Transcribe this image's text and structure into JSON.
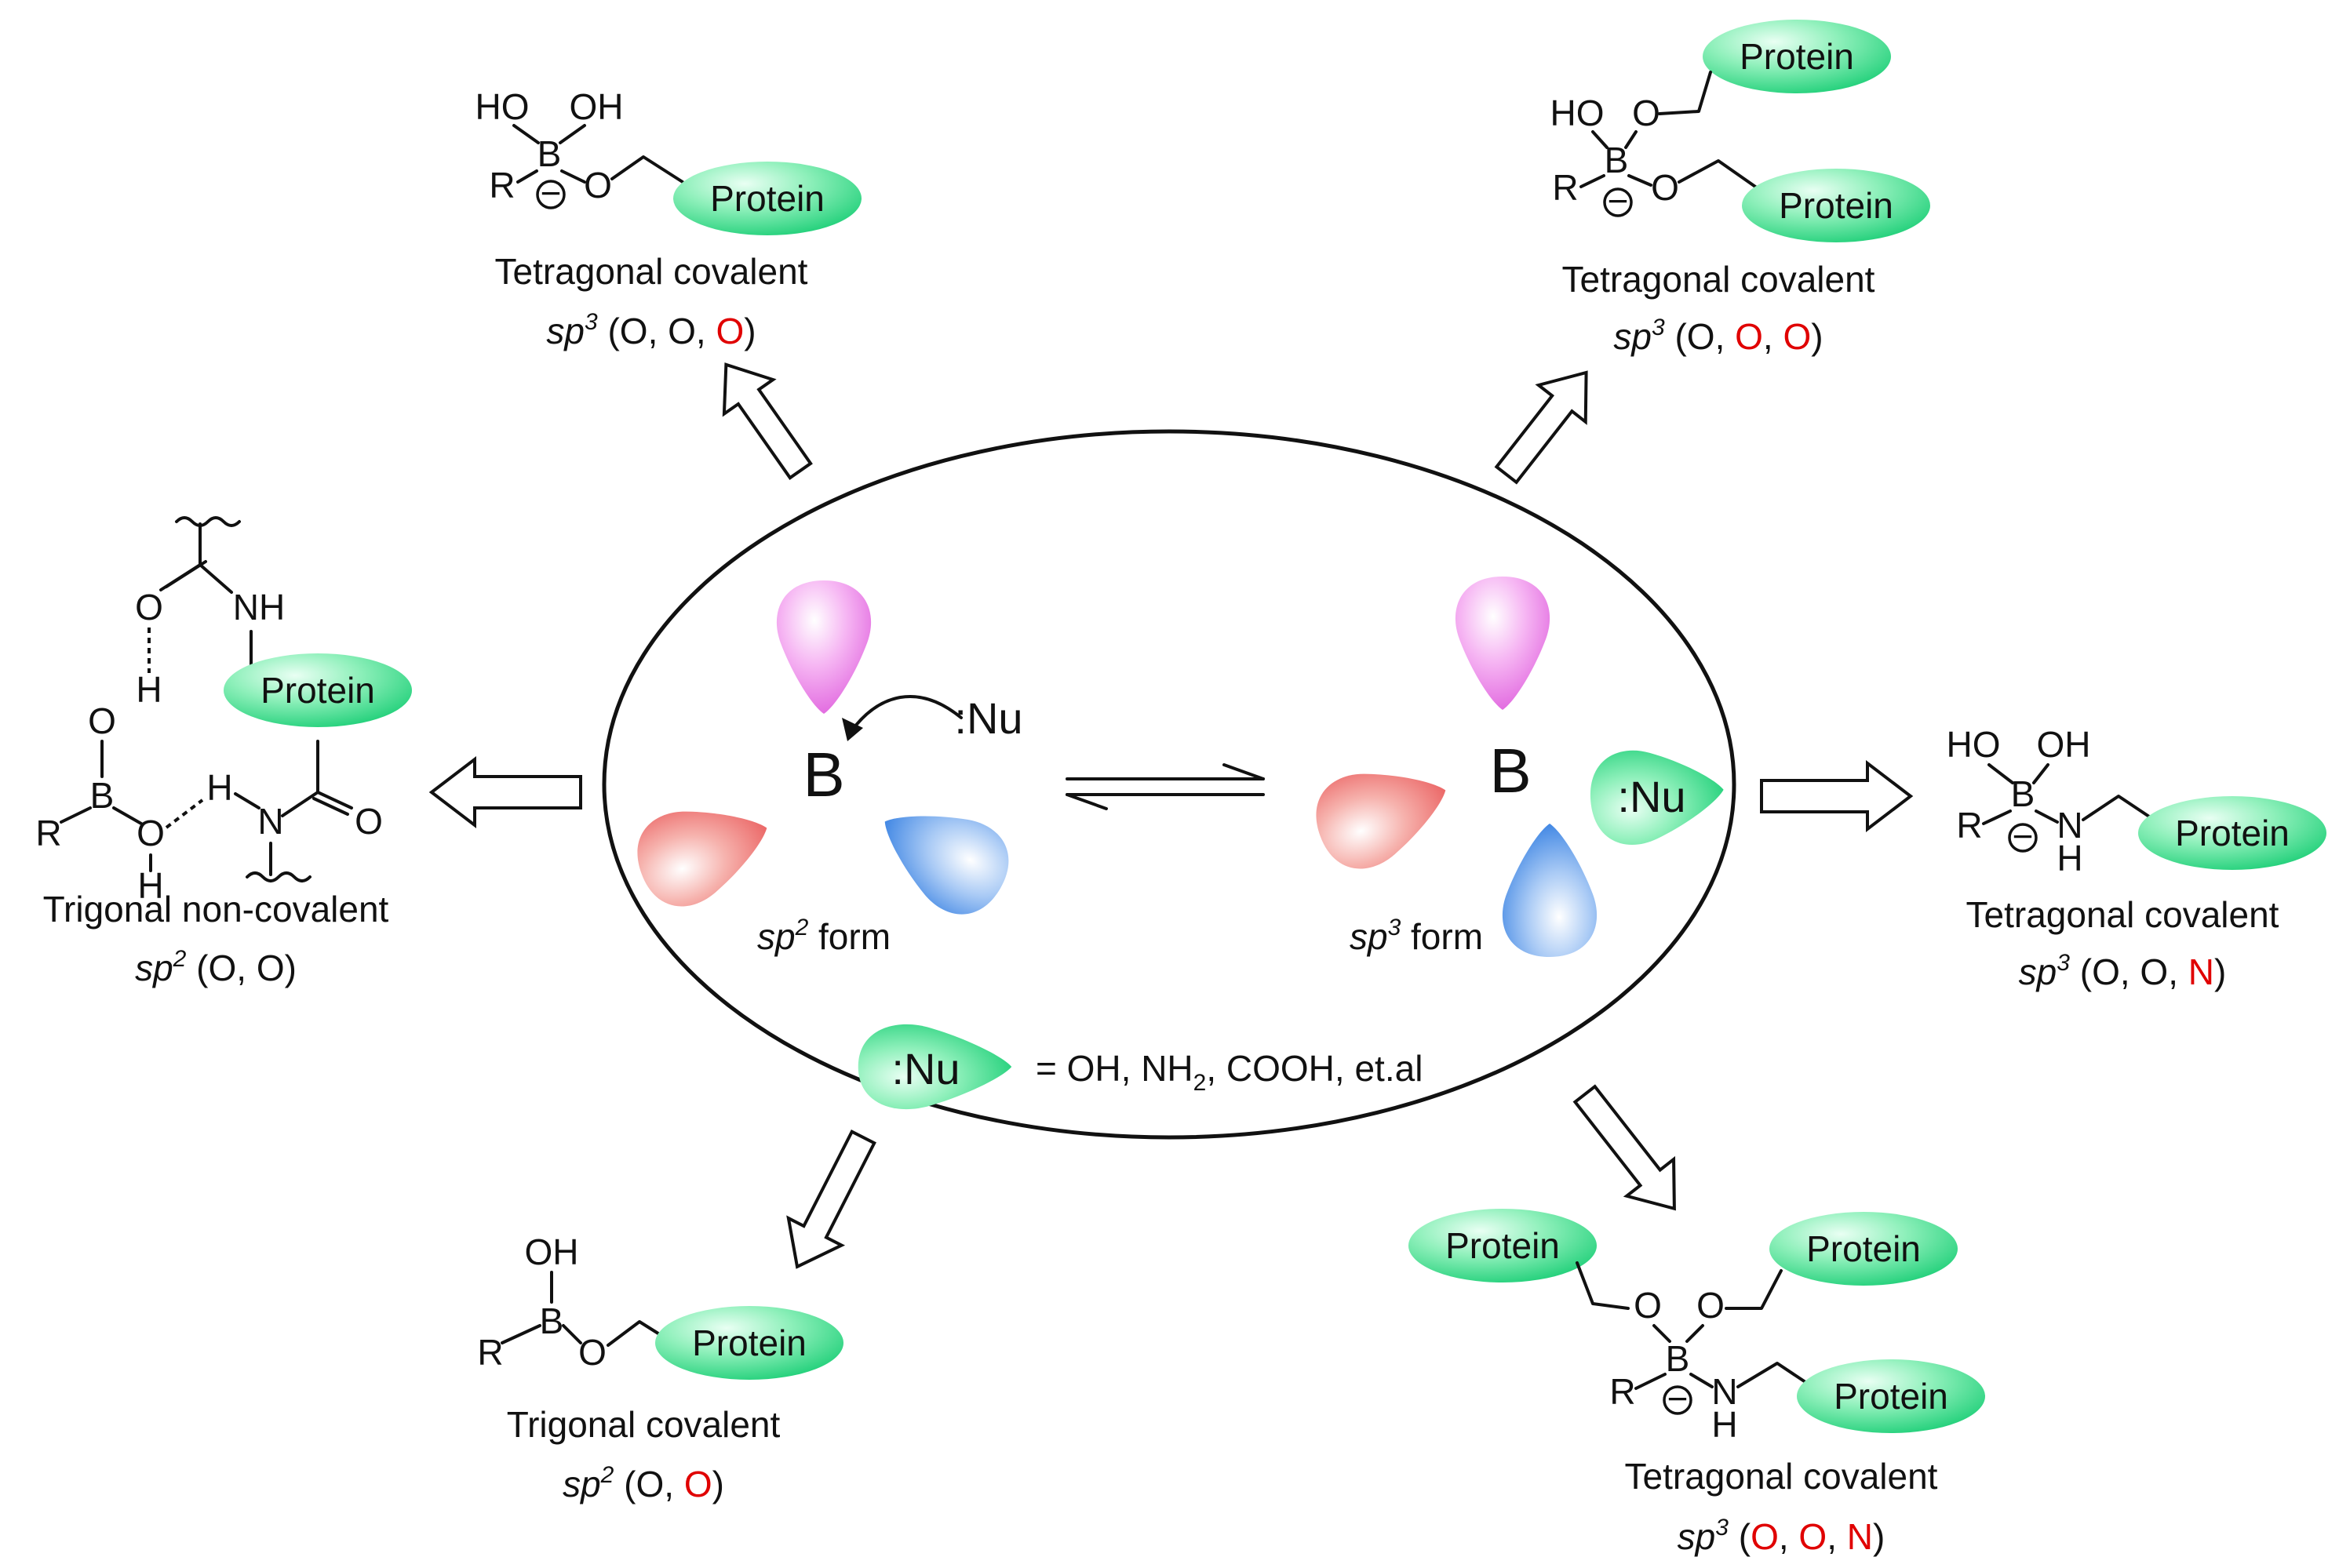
{
  "colors": {
    "highlight_red": "#e00000",
    "protein_green": "#2fd97d",
    "lobe_pink": "#e96ee8",
    "lobe_red": "#ee6b6b",
    "lobe_blue": "#3f88e4"
  },
  "center": {
    "boron": "B",
    "nucleophile": ":Nu",
    "sp2_label": {
      "pre": "sp",
      "sup": "2",
      "post": " form"
    },
    "sp3_label": {
      "pre": "sp",
      "sup": "3",
      "post": " form"
    },
    "legend_nu": ":Nu",
    "legend_text": "= OH, NH",
    "legend_sub": "2",
    "legend_rest": ", COOH, et.al"
  },
  "atoms": {
    "HO": "HO",
    "OH": "OH",
    "O": "O",
    "H": "H",
    "N": "N",
    "NH": "NH",
    "B": "B",
    "R": "R",
    "minus": "−"
  },
  "protein_label": "Protein",
  "structures": [
    {
      "id": "top-left",
      "caption": "Tetragonal covalent",
      "hyb": "sp",
      "sup": "3",
      "ligands": [
        {
          "t": "O",
          "red": false
        },
        {
          "t": "O",
          "red": false
        },
        {
          "t": "O",
          "red": true
        }
      ]
    },
    {
      "id": "top-right",
      "caption": "Tetragonal covalent",
      "hyb": "sp",
      "sup": "3",
      "ligands": [
        {
          "t": "O",
          "red": false
        },
        {
          "t": "O",
          "red": true
        },
        {
          "t": "O",
          "red": true
        }
      ]
    },
    {
      "id": "left",
      "caption": "Trigonal non-covalent",
      "hyb": "sp",
      "sup": "2",
      "ligands": [
        {
          "t": "O",
          "red": false
        },
        {
          "t": "O",
          "red": false
        }
      ]
    },
    {
      "id": "right",
      "caption": "Tetragonal covalent",
      "hyb": "sp",
      "sup": "3",
      "ligands": [
        {
          "t": "O",
          "red": false
        },
        {
          "t": "O",
          "red": false
        },
        {
          "t": "N",
          "red": true
        }
      ]
    },
    {
      "id": "bottom-left",
      "caption": "Trigonal covalent",
      "hyb": "sp",
      "sup": "2",
      "ligands": [
        {
          "t": "O",
          "red": false
        },
        {
          "t": "O",
          "red": true
        }
      ]
    },
    {
      "id": "bottom-right",
      "caption": "Tetragonal covalent",
      "hyb": "sp",
      "sup": "3",
      "ligands": [
        {
          "t": "O",
          "red": true
        },
        {
          "t": "O",
          "red": true
        },
        {
          "t": "N",
          "red": true
        }
      ]
    }
  ]
}
